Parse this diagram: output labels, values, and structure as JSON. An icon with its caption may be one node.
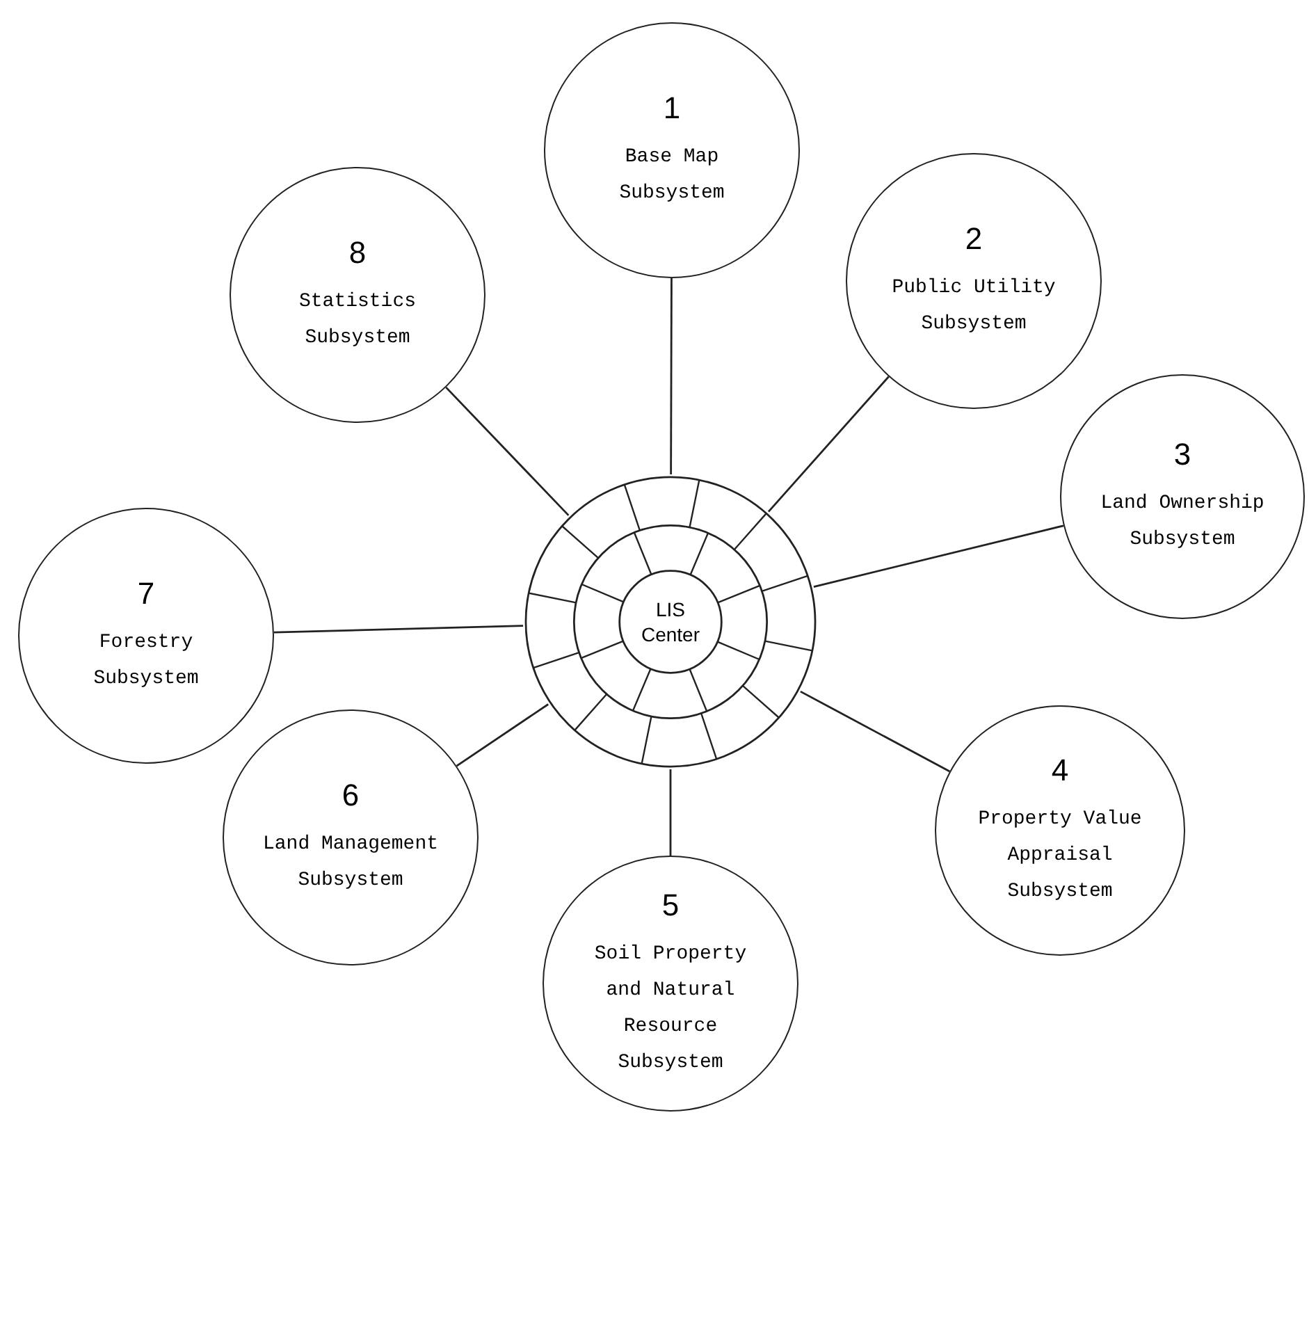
{
  "diagram": {
    "nodes": [
      {
        "text": [
          "1",
          "Base Map Subsystem"
        ]
      },
      {
        "text": [
          "2",
          "Public Utility Subsystem"
        ]
      },
      {
        "text": [
          "3",
          "Land Ownership Subsystem"
        ]
      },
      {
        "text": [
          "4",
          "Property Value Appraisal Subsystem"
        ]
      },
      {
        "text": [
          "5",
          "Soil Property and Natural Resource Subsystem"
        ]
      },
      {
        "text": [
          "6",
          "Land Management Subsystem"
        ]
      },
      {
        "text": [
          "7",
          "Forestry Subsystem"
        ]
      },
      {
        "text": [
          "8",
          "Statistics Subsystem"
        ]
      },
      {
        "text": [
          "LIS Center"
        ]
      }
    ],
    "edges": [
      {
        "from": 8,
        "to": 0,
        "arrow": "none"
      },
      {
        "from": 8,
        "to": 1,
        "arrow": "none"
      },
      {
        "from": 8,
        "to": 2,
        "arrow": "none"
      },
      {
        "from": 8,
        "to": 3,
        "arrow": "none"
      },
      {
        "from": 8,
        "to": 4,
        "arrow": "none"
      },
      {
        "from": 8,
        "to": 5,
        "arrow": "none"
      },
      {
        "from": 8,
        "to": 6,
        "arrow": "none"
      },
      {
        "from": 8,
        "to": 7,
        "arrow": "none"
      }
    ]
  }
}
